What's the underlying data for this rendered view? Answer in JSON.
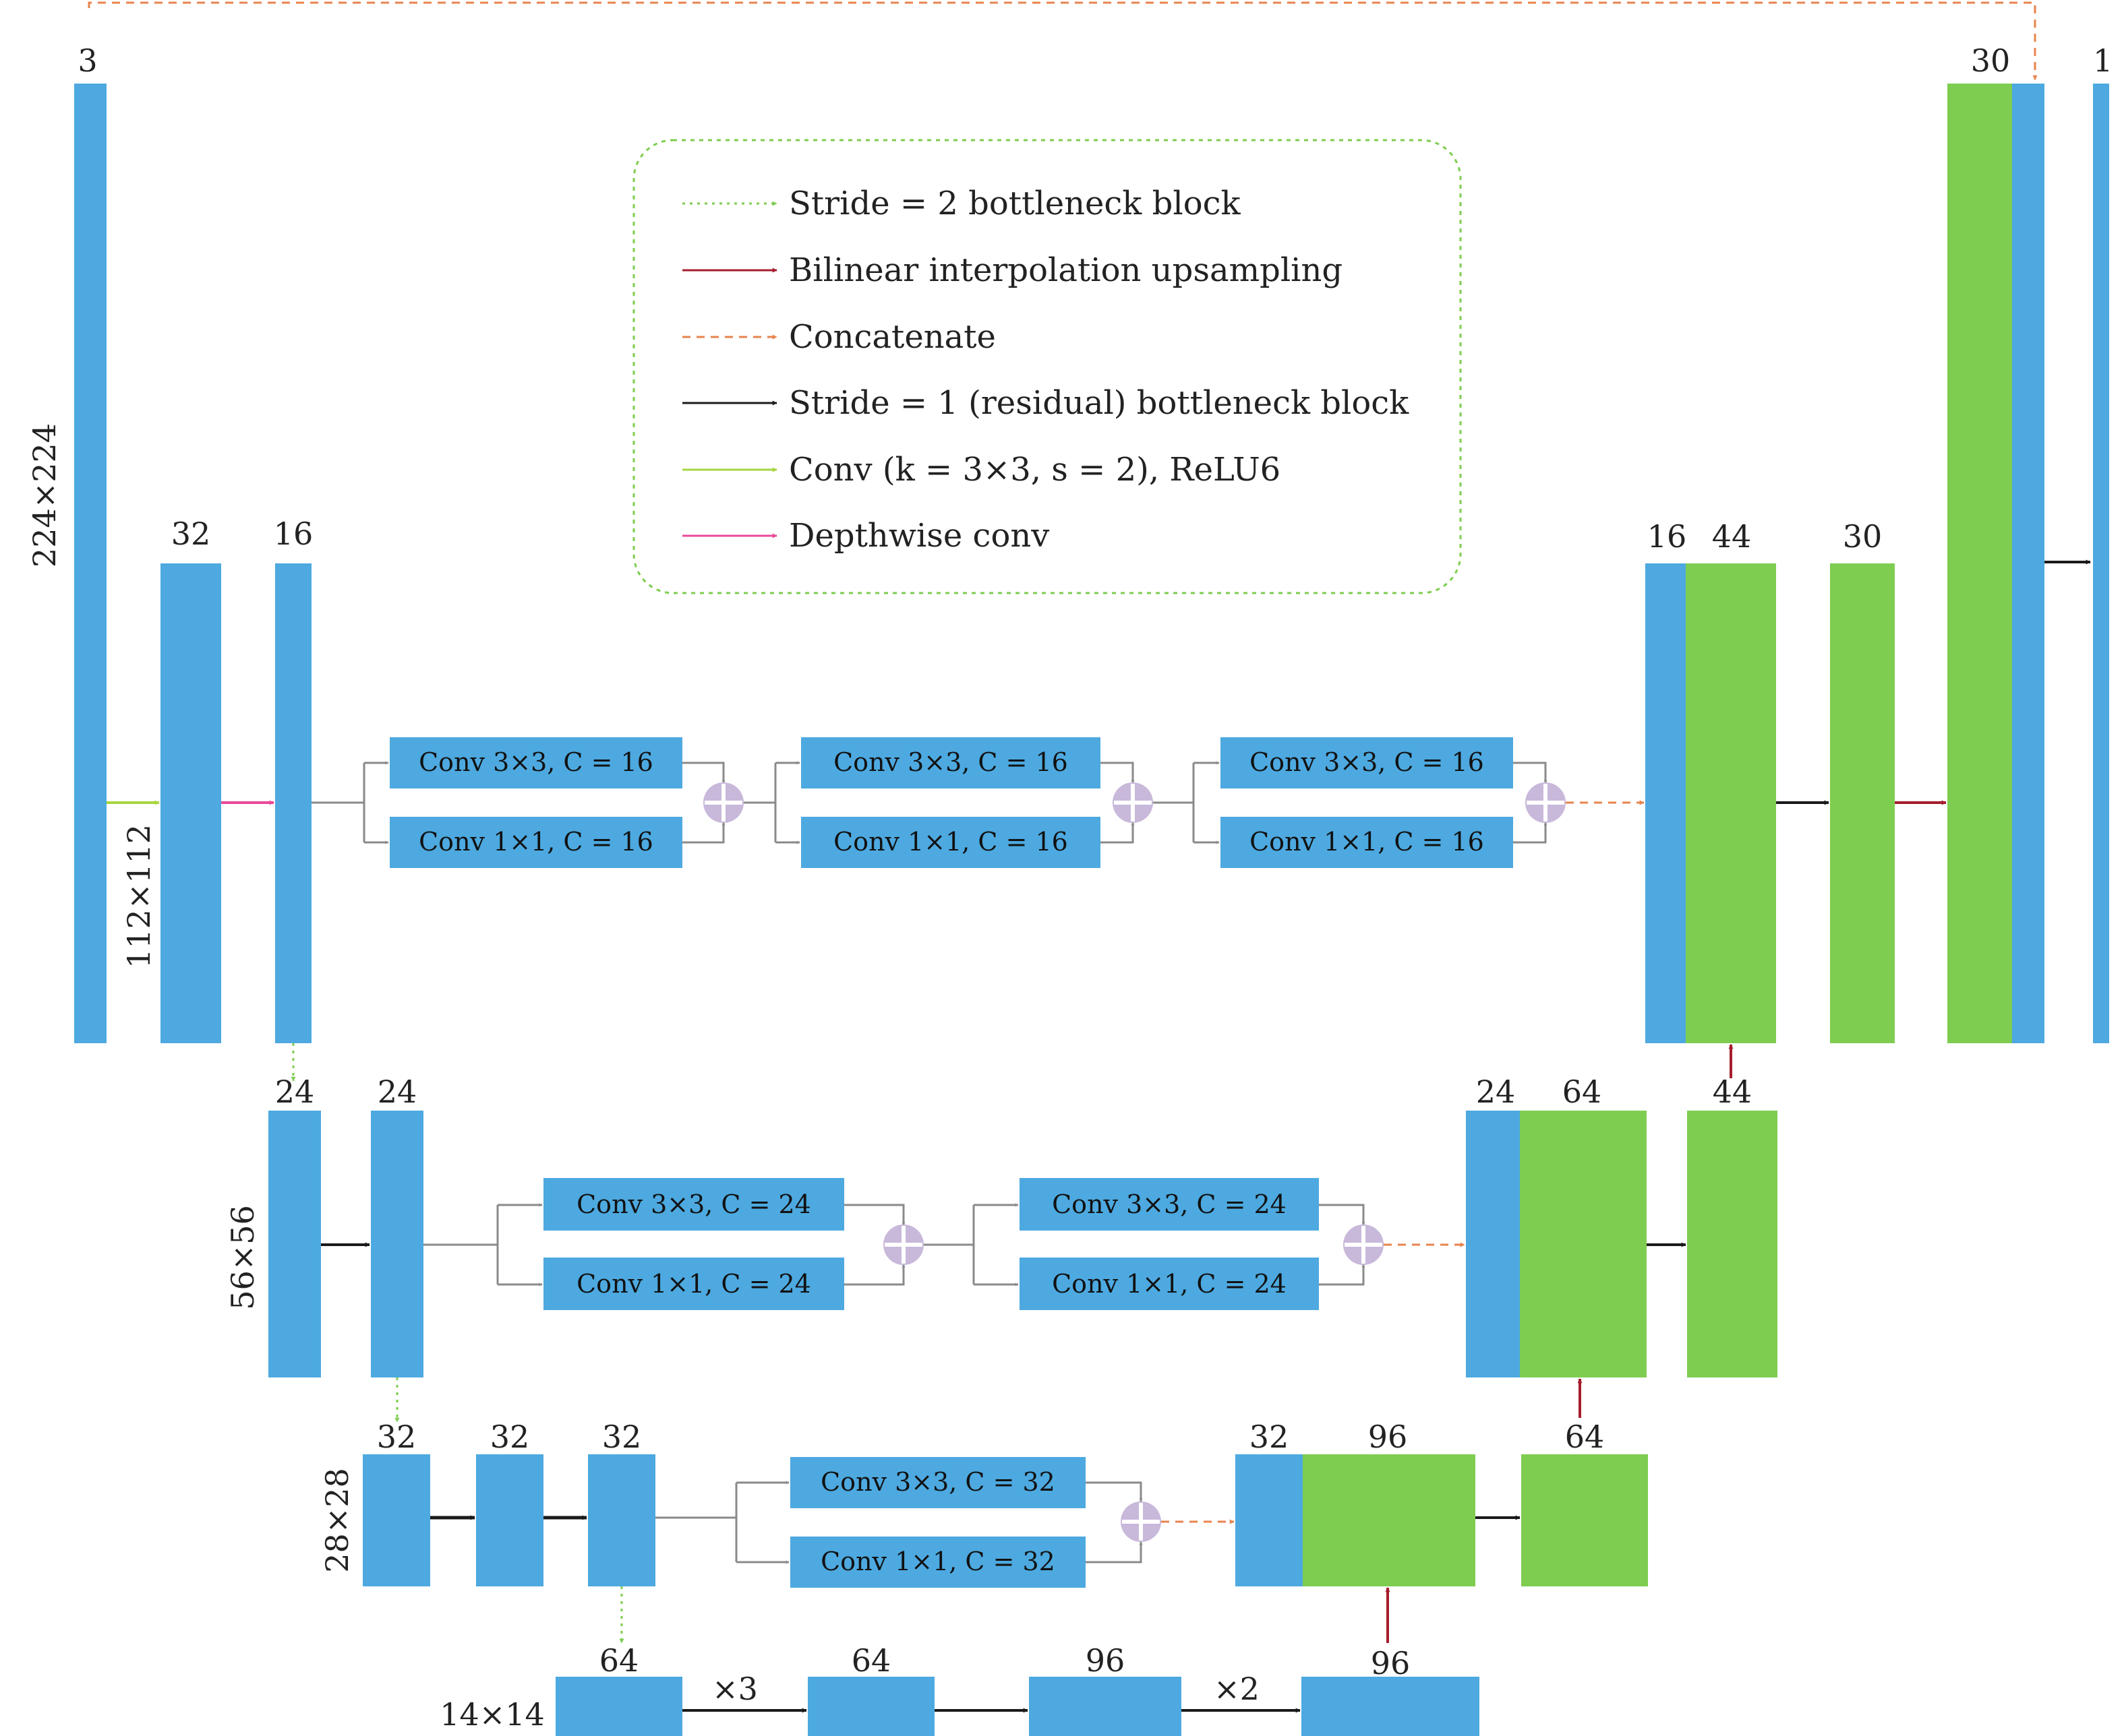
{
  "colors": {
    "blue": "#4da9e0",
    "green": "#7ecd50",
    "black_arrow": "#1a1a1a",
    "red_arrow": "#a51d2d",
    "orange_dashed": "#e8834e",
    "green_dotted": "#7ecd50",
    "lime_conv": "#a6d640",
    "pink_depthwise": "#e94a9a",
    "gray_branch": "#8a8a8a",
    "plus_circle": "#c8b8da"
  },
  "legend": {
    "items": [
      {
        "label": "Stride = 2 bottleneck block",
        "style": "dotted-green"
      },
      {
        "label": "Bilinear interpolation upsampling",
        "style": "solid-red"
      },
      {
        "label": "Concatenate",
        "style": "dashed-orange"
      },
      {
        "label": "Stride = 1 (residual) bottleneck block",
        "style": "solid-black"
      },
      {
        "label": "Conv (k = 3×3, s = 2), ReLU6",
        "style": "solid-lime"
      },
      {
        "label": "Depthwise conv",
        "style": "solid-pink"
      }
    ]
  },
  "resolutions": {
    "r224": "224×224",
    "r112": "112×112",
    "r56": "56×56",
    "r28": "28×28",
    "r14": "14×14"
  },
  "channels": {
    "input": "3",
    "enc1_conv": "32",
    "enc1_dw": "16",
    "dec1_skip": "16",
    "dec1_up": "44",
    "dec1_out": "30",
    "out_up": "30",
    "out_final": "1",
    "enc2_a": "24",
    "enc2_b": "24",
    "dec2_skip": "24",
    "dec2_up": "64",
    "dec2_out": "44",
    "enc3_a": "32",
    "enc3_b": "32",
    "enc3_c": "32",
    "dec3_skip": "32",
    "dec3_up": "96",
    "dec3_out": "64",
    "enc4_a": "64",
    "enc4_b": "64",
    "enc4_c": "96",
    "enc4_d": "96"
  },
  "repeats": {
    "x3": "×3",
    "x2": "×2"
  },
  "conv_blocks": {
    "r1_b1_top": "Conv 3×3, C = 16",
    "r1_b1_bot": "Conv 1×1, C = 16",
    "r1_b2_top": "Conv 3×3, C = 16",
    "r1_b2_bot": "Conv 1×1, C = 16",
    "r1_b3_top": "Conv 3×3, C = 16",
    "r1_b3_bot": "Conv 1×1, C = 16",
    "r2_b1_top": "Conv 3×3, C = 24",
    "r2_b1_bot": "Conv 1×1, C = 24",
    "r2_b2_top": "Conv 3×3, C = 24",
    "r2_b2_bot": "Conv 1×1, C = 24",
    "r3_b1_top": "Conv 3×3, C = 32",
    "r3_b1_bot": "Conv 1×1, C = 32"
  }
}
